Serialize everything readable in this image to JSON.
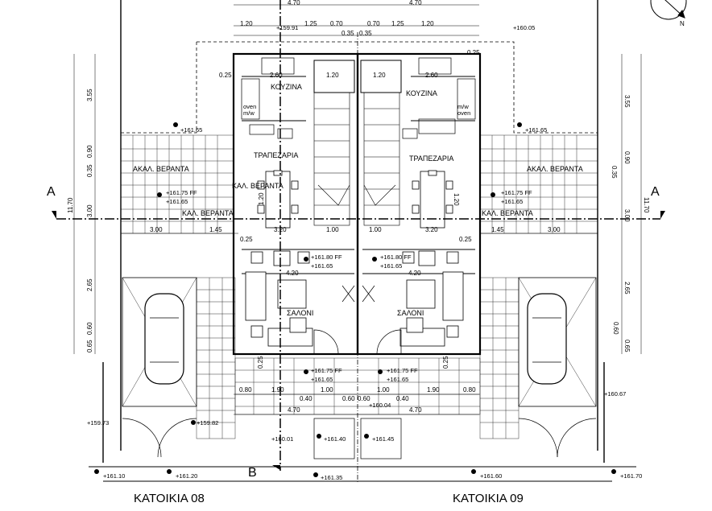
{
  "houses": {
    "left": "ΚΑΤΟΙΚΙΑ 08",
    "right": "ΚΑΤΟΙΚΙΑ 09"
  },
  "sections": {
    "a": "A",
    "b": "B"
  },
  "rooms": {
    "kitchen": "ΚΟΥΖΙΝΑ",
    "dining": "ΤΡΑΠΕΖΑΡΙΑ",
    "living": "ΣΑΛΟΝΙ",
    "veranda": "ΑΚΑΛ. ΒΕΡΑΝΤΑ",
    "covered_veranda_1": "ΚΑΛ. ΒΕΡΑΝΤΑ",
    "covered_veranda_2": "ΚΑΛ. ΒΕΡΑΝΤΑ",
    "oven": "oven\nm/w",
    "oven_right": "m/w\noven"
  },
  "north": "N",
  "dims_top": {
    "total_left": "4.70",
    "total_right": "4.70",
    "row": [
      "1.20",
      "1.25",
      "0.70",
      "0.70",
      "1.25",
      "1.20"
    ],
    "mid": "0.35",
    "mid2": "0.35",
    "upper_left": "0.25",
    "upper_right": "0.25",
    "kitchen_a": "2.60",
    "kitchen_b": "1.20",
    "kitchen_c": "1.20",
    "kitchen_d": "2.60"
  },
  "dims_side": {
    "a": "3.55",
    "b": "0.90",
    "c": "0.35",
    "d": "3.00",
    "e": "2.65",
    "f": "0.60",
    "g": "0.65",
    "total": "11.70"
  },
  "dims_middle": {
    "left_300": "3.00",
    "left_145": "1.45",
    "left_320": "3.20",
    "left_100": "1.00",
    "right_100": "1.00",
    "right_320": "3.20",
    "right_145": "1.45",
    "right_300": "3.00",
    "left_025": "0.25",
    "right_025": "0.25",
    "left_420": "4.20",
    "right_420": "4.20",
    "left_120": "1.20",
    "right_120": "1.20"
  },
  "dims_bottom": {
    "row": [
      "0.80",
      "1.90",
      "1.00",
      "0.60",
      "0.60",
      "1.00",
      "1.90",
      "0.80"
    ],
    "small_left": "0.40",
    "small_right": "0.40",
    "left_470": "4.70",
    "right_470": "4.70",
    "left_025": "0.25",
    "right_025": "0.25"
  },
  "levels": {
    "top": "+160.05",
    "top_left": "+159.91",
    "veranda_left": "+161.65",
    "veranda_right": "+161.65",
    "covered_left_ff": "+161.75 FF",
    "covered_left": "+161.65",
    "covered_right_ff": "+161.75 FF",
    "covered_right": "+161.65",
    "living_left_ff": "+161.80 FF",
    "living_left": "+161.65",
    "living_right_ff": "+161.80 FF",
    "living_right": "+161.65",
    "entry_left_ff": "+161.75 FF",
    "entry_left": "+161.65",
    "entry_right_ff": "+161.75 FF",
    "entry_right": "+161.65",
    "path_center": "+160.04",
    "right_drive": "+160.67",
    "left_drive": "+159.73",
    "left_drive2": "+159.82",
    "path_left": "+160.01",
    "gate_left": "+161.40",
    "gate_right": "+161.45",
    "front_a": "+161.10",
    "front_b": "+161.20",
    "front_c": "+161.35",
    "front_d": "+161.60",
    "front_e": "+161.70"
  }
}
